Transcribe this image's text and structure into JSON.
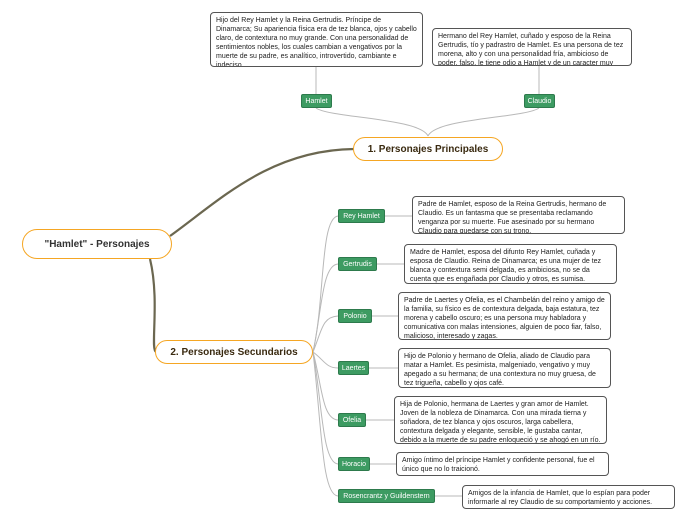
{
  "central": {
    "label": "\"Hamlet\" - Personajes"
  },
  "principales": {
    "label": "1. Personajes Principales",
    "items": [
      {
        "tag": "Hamlet",
        "note": "Hijo del Rey Hamlet y la Reina Gertrudis. Príncipe de Dinamarca; Su apariencia física era de tez blanca, ojos y cabello claro, de contextura no muy grande. Con una personalidad de sentimientos nobles, los cuales cambian a vengativos por la muerte de su padre, es analítico, introvertido, cambiante e indeciso."
      },
      {
        "tag": "Claudio",
        "note": "Hermano del Rey Hamlet, cuñado y esposo de la Reina Gertrudis, tío y padrastro de Hamlet. Es una persona de tez morena, alto y con una personalidad fría, ambicioso de poder, falso, le tiene odio a Hamlet y de un caracter muy fuerte."
      }
    ]
  },
  "secundarios": {
    "label": "2. Personajes Secundarios",
    "items": [
      {
        "tag": "Rey Hamlet",
        "note": "Padre de Hamlet, esposo de la Reina Gertrudis, hermano de Claudio. Es un fantasma que se presentaba reclamando venganza por su muerte. Fue asesinado por su hermano Claudio para quedarse con su trono."
      },
      {
        "tag": "Gertrudis",
        "note": "Madre de Hamlet, esposa del difunto Rey Hamlet, cuñada y esposa de Claudio. Reina de Dinamarca; es una mujer de tez blanca y contextura semi delgada, es ambiciosa, no se da cuenta que es engañada por Claudio y otros, es sumisa."
      },
      {
        "tag": "Polonio",
        "note": "Padre de Laertes y Ofelia, es el Chambelán del reino y amigo de la familia, su físico es de contextura delgada, baja estatura, tez morena y cabello oscuro; es una persona muy habladora y comunicativa con malas intensiones, alguien de poco fiar, falso, malicioso, interesado y zagas."
      },
      {
        "tag": "Laertes",
        "note": "Hijo de Polonio y hermano de Ofelia, aliado de Claudio para matar a Hamlet. Es pesimista, malgeniado, vengativo y muy apegado a su hermana; de una contextura no muy gruesa, de tez trigueña, cabello y ojos café."
      },
      {
        "tag": "Ofelia",
        "note": "Hija de Polonio, hermana de Laertes y gran amor de Hamlet. Joven de la nobleza de Dinamarca. Con una mirada tierna y soñadora, de tez blanca y ojos oscuros, larga cabellera, contextura delgada y elegante, sensible, le gustaba cantar, debido a la muerte de su padre enloqueció y se ahogó en un río."
      },
      {
        "tag": "Horacio",
        "note": "Amigo íntimo del príncipe Hamlet y confidente personal, fue el único que no lo traicionó."
      },
      {
        "tag": "Rosencrantz y Guildenstern",
        "note": "Amigos de la infancia de Hamlet, que lo espían para poder informarle al rey Claudio de su comportamiento y acciones."
      }
    ]
  },
  "colors": {
    "accent": "#f5a623",
    "tag_fill": "#3d9b62",
    "main_line": "#6b6750",
    "branch_line": "#b8b8b8"
  }
}
